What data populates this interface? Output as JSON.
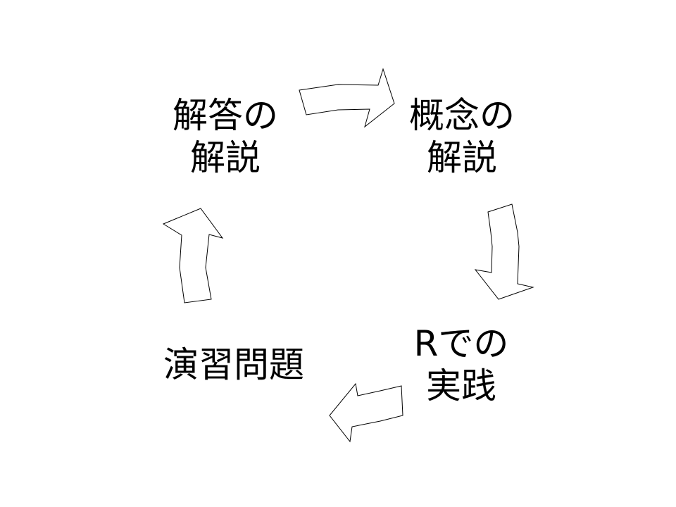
{
  "nodes": {
    "answer_explanation": {
      "line1": "解答の",
      "line2": "解説"
    },
    "concept_explanation": {
      "line1": "概念の",
      "line2": "解説"
    },
    "r_practice": {
      "line1": "Rでの",
      "line2": "実践"
    },
    "exercises": {
      "line1": "演習問題"
    }
  }
}
